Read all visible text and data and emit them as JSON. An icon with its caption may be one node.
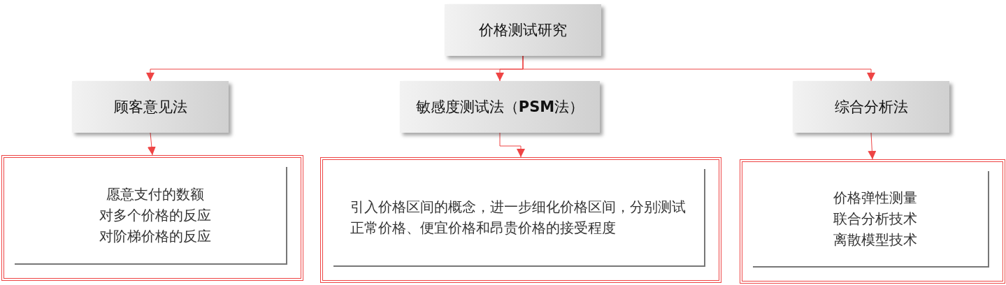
{
  "diagram": {
    "nodes": [
      {
        "text": [
          "价格测试研究"
        ]
      },
      {
        "text": [
          "顾客意见法"
        ]
      },
      {
        "text": [
          "敏感度测试法（**PSM**法）"
        ]
      },
      {
        "text": [
          "综合分析法"
        ]
      },
      {
        "text": [
          "愿意支付的数额",
          "对多个价格的反应",
          "对阶梯价格的反应"
        ]
      },
      {
        "text": [
          "引入价格区间的概念，进一步细化价格区间，分别测试正常价格、便宜价格和昂贵价格的接受程度"
        ]
      },
      {
        "text": [
          "价格弹性测量",
          "联合分析技术",
          "离散模型技术"
        ]
      }
    ],
    "edges": [
      {
        "from": 0,
        "to": 1,
        "arrow": "to"
      },
      {
        "from": 0,
        "to": 2,
        "arrow": "to"
      },
      {
        "from": 0,
        "to": 3,
        "arrow": "to"
      },
      {
        "from": 1,
        "to": 4,
        "arrow": "to"
      },
      {
        "from": 2,
        "to": 5,
        "arrow": "to"
      },
      {
        "from": 3,
        "to": 6,
        "arrow": "to"
      }
    ]
  }
}
